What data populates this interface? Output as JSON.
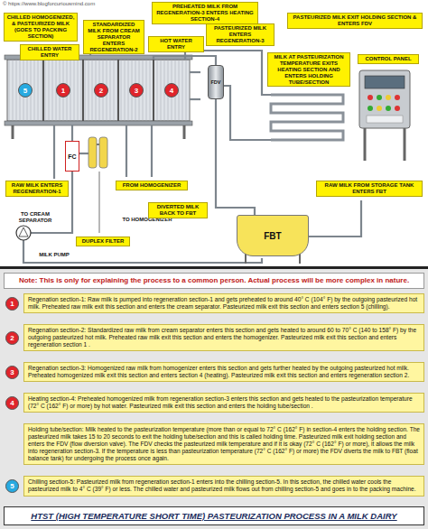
{
  "diagram": {
    "title": "HTST (HIGH TEMPERATURE SHORT TIME) PASTEURIZATION PROCESS IN A MILK DAIRY",
    "nodes": [
      {
        "text": [
          "CHILLED HOMOGENIZED, & PASTEURIZED MILK (GOES TO PACKING SECTION)"
        ]
      },
      {
        "text": [
          "STANDARDIZED MILK FROM CREAM SEPARATOR ENTERS REGENERATION-2"
        ]
      },
      {
        "text": [
          "PREHEATED MILK FROM REGENERATION-3 ENTERS HEATING SECTION-4"
        ]
      },
      {
        "text": [
          "PASTEURIZED MILK ENTERS REGENERATION-3"
        ]
      },
      {
        "text": [
          "PASTEURIZED MILK EXIT HOLDING SECTION & ENTERS FDV"
        ]
      },
      {
        "text": [
          "CHILLED WATER ENTRY"
        ]
      },
      {
        "text": [
          "HOT WATER ENTRY"
        ]
      },
      {
        "text": [
          "5"
        ]
      },
      {
        "text": [
          "1"
        ]
      },
      {
        "text": [
          "2"
        ]
      },
      {
        "text": [
          "3"
        ]
      },
      {
        "text": [
          "4"
        ]
      },
      {
        "text": [
          "FDV"
        ]
      },
      {
        "text": [
          "MILK AT PASTEURIZATION TEMPERATURE EXITS HEATING SECTION AND ENTERS HOLDING TUBE/SECTION"
        ]
      },
      {
        "text": [
          "CONTROL PANEL"
        ]
      },
      {
        "text": [
          "FC"
        ]
      },
      {
        "text": [
          "RAW MILK ENTERS REGENERATION-1"
        ]
      },
      {
        "text": [
          "FROM HOMOGENIZER"
        ]
      },
      {
        "text": [
          "RAW MILK FROM STORAGE TANK ENTERS FBT"
        ]
      },
      {
        "text": [
          "FBT"
        ]
      },
      {
        "text": [
          "TO CREAM SEPARATOR"
        ]
      },
      {
        "text": [
          "TO HOMOGENIZER"
        ]
      },
      {
        "text": [
          "DIVERTED MILK BACK TO FBT"
        ]
      },
      {
        "text": [
          "DUPLEX FILTER"
        ]
      },
      {
        "text": [
          "MILK PUMP"
        ]
      },
      {
        "text": [
          "Note: This is only for  explaining the process to a common person. Actual process will be more complex in nature."
        ]
      },
      {
        "text": [
          "1"
        ]
      },
      {
        "text": [
          "Regenation section-1: Raw milk is pumped into regeneration section-1 and gets preheated to around 40° C (104° F) by the outgoing pasteurized hot milk. Preheated raw milk exit this section and enters the cream separator. Pasteurized milk exit this section and enters section 5 (chilling)."
        ]
      },
      {
        "text": [
          "2"
        ]
      },
      {
        "text": [
          "Regenation section-2: Standardized raw milk from cream separator enters this section and gets heated to around 60 to 70° C (140 to 158° F) by the outgoing pasteurized hot milk. Preheated raw milk exit this section and enters the homogenizer. Pasteurized milk exit this section and enters regeneration section 1 ."
        ]
      },
      {
        "text": [
          "3"
        ]
      },
      {
        "text": [
          "Regenation section-3: Homogenized raw milk from homogenizer enters this section and gets further heated by the outgoing pasteurized hot milk. Preheated homogenized milk exit this section and enters section 4 (heating). Pasteurized milk exit this section and enters regeneration section 2."
        ]
      },
      {
        "text": [
          "4"
        ]
      },
      {
        "text": [
          "Heating section-4: Preheated homogenized  milk from regeneration section-3 enters this section and gets heated to the pasteurization temperature (72° C (162° F) or more) by hot water. Pasteurized milk  exit this section and enters the holding tube/section ."
        ]
      },
      {
        "text": [
          "Holding tube/section: Milk heated to the pasteurization temperature (more than or equal to 72° C (162° F) in section-4 enters the holding section. The pasteurized milk takes 15 to 20 seconds to exit the holding tube/section and this is called holding time. Pasteurized milk exit holding section and enters the FDV (flow diversion valve). The FDV checks the pasteurized milk temperature and if it is okay (72° C (162° F) or more), it allows the milk into regeneration section-3. If the temperature is less than pasteurization temperature (72° C (162° F) or more) the FDV diverts the milk to FBT (float balance tank) for undergoing the process once again."
        ]
      },
      {
        "text": [
          "5"
        ]
      },
      {
        "text": [
          "Chilling section-5: Pasteurized milk from regeneration section-1 enters into the chilling section-5. In this section, the chilled water cools the pasteurized milk to 4° C (39° F) or less. The chilled water and pasteurized milk flows out from chilling section-5 and goes in to the packing machine."
        ]
      }
    ],
    "edges": [
      {
        "from": 12,
        "to": 19,
        "arrow": "none"
      }
    ],
    "labels": [
      "© https://www.blogforcuriousmind.com"
    ]
  }
}
